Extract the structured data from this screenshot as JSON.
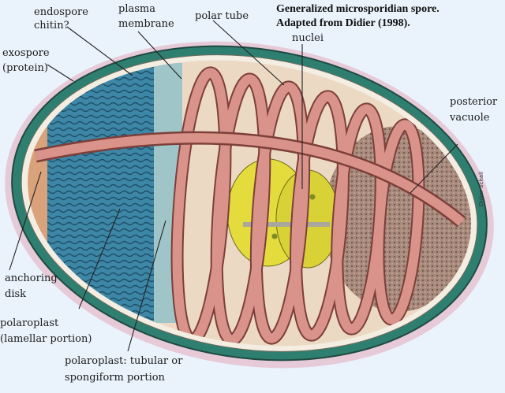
{
  "title": {
    "line1": "Generalized microsporidian spore.",
    "line2": "Adapted from Didier (1998)."
  },
  "labels": {
    "endospore_1": "endospore",
    "endospore_2": "chitin?",
    "plasma_1": "plasma",
    "plasma_2": "membrane",
    "polar_tube": "polar tube",
    "nuclei": "nuclei",
    "exospore_1": "exospore",
    "exospore_2": "(protein)",
    "posterior_1": "posterior",
    "posterior_2": "vacuole",
    "anchoring_1": "anchoring",
    "anchoring_2": "disk",
    "lamellar_1": "polaroplast",
    "lamellar_2": "(lamellar portion)",
    "tubular_1": "polaroplast: tubular or",
    "tubular_2": "spongiform portion"
  },
  "signature": "Didier Schall",
  "colors": {
    "background": "#eaf2fb",
    "halo": "#e6bfd0",
    "exospore": "#2f7f70",
    "endospore": "#f3ede2",
    "sporoplasm": "#ecd9c4",
    "polaroplast_lamellar": "#3e86a6",
    "polar_tube": "#d9938a",
    "nuclei": "#e3dc3c",
    "posterior_vacuole": "#a88a7c"
  }
}
